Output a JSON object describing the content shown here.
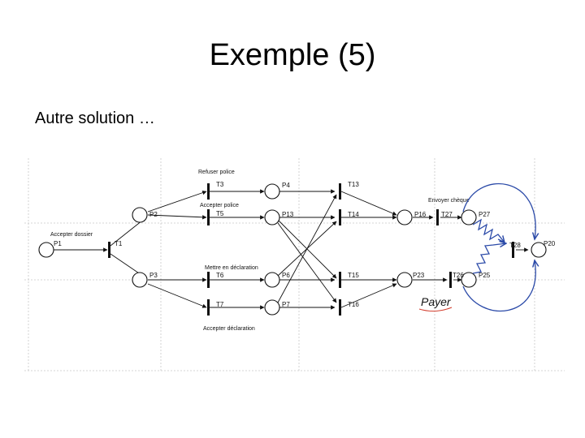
{
  "slide": {
    "title": "Exemple (5)",
    "subtitle": "Autre solution …"
  },
  "colors": {
    "ink": "#111111",
    "grid": "#c8c8c8",
    "blue_annotation": "#2b4aa8",
    "red_annotation": "#d23a2a"
  },
  "diagram": {
    "places": {
      "P1": "P1",
      "P2": "P2",
      "P3": "P3",
      "P4": "P4",
      "P13": "P13",
      "P6": "P6",
      "P7": "P7",
      "P16": "P16",
      "P23": "P23",
      "P27": "P27",
      "P25": "P25",
      "P20": "P20"
    },
    "transitions": {
      "T1": "T1",
      "T3": "T3",
      "T5": "T5",
      "T6": "T6",
      "T7": "T7",
      "T13": "T13",
      "T14": "T14",
      "T15": "T15",
      "T16": "T16",
      "T27": "T27",
      "T28": "T28",
      "T26": "T26"
    },
    "annotations": {
      "a_dossier": "Accepter dossier",
      "r_police": "Refuser police",
      "a_police": "Accepter police",
      "m_declaration": "Mettre en déclaration",
      "a_declaration": "Accepter déclaration",
      "envoyer": "Envoyer chèque"
    },
    "handwritten": {
      "payer": "Payer"
    }
  }
}
